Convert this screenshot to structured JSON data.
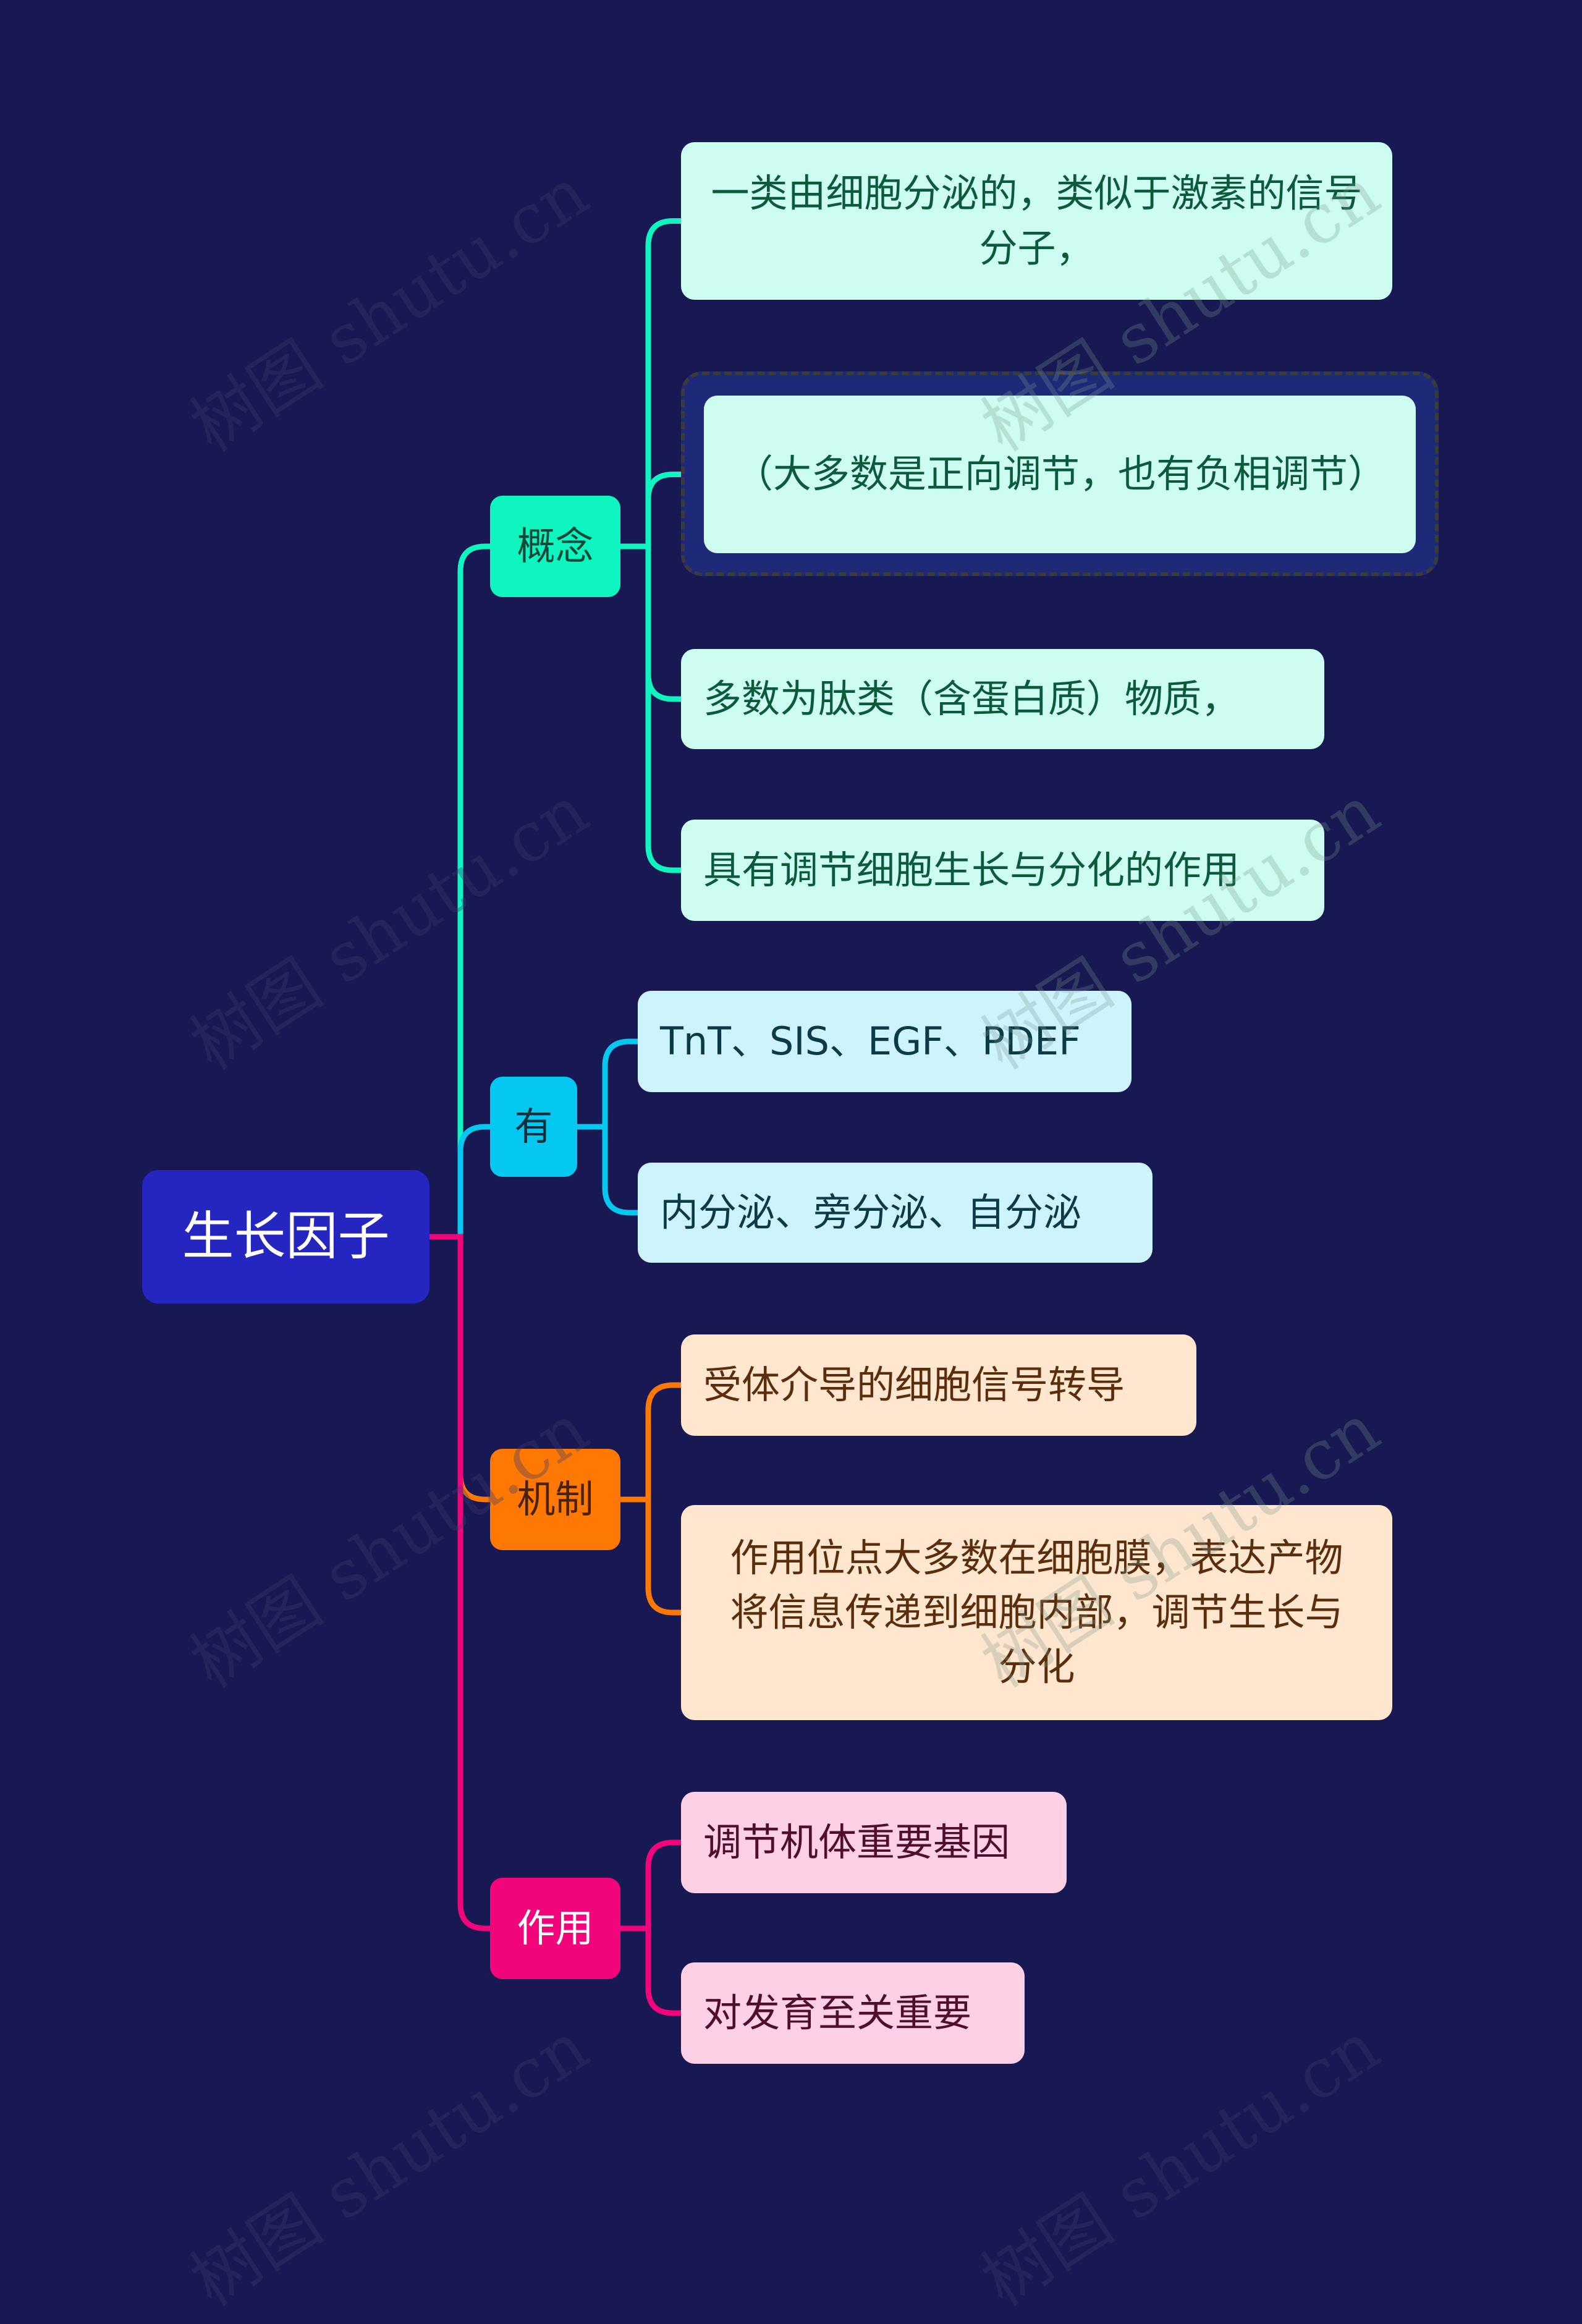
{
  "root": {
    "label": "生长因子",
    "color": "#2525c0"
  },
  "branches": [
    {
      "id": "concept",
      "label": "概念",
      "color": "#0ef5c0",
      "leaf_bg": "#cdfdf0",
      "leaf_text": "#0b5a3e",
      "children": [
        {
          "label": "一类由细胞分泌的，类似于激素的信号分子，",
          "selected": false
        },
        {
          "label": "（大多数是正向调节，也有负相调节）",
          "selected": true
        },
        {
          "label": "多数为肽类（含蛋白质）物质，",
          "selected": false
        },
        {
          "label": "具有调节细胞生长与分化的作用",
          "selected": false
        }
      ]
    },
    {
      "id": "have",
      "label": "有",
      "color": "#05c8f0",
      "leaf_bg": "#cdf3fc",
      "leaf_text": "#0c3b48",
      "children": [
        {
          "label": "TnT、SIS、EGF、PDEF"
        },
        {
          "label": "内分泌、旁分泌、自分泌"
        }
      ]
    },
    {
      "id": "mechanism",
      "label": "机制",
      "color": "#fe7806",
      "leaf_bg": "#ffe6cf",
      "leaf_text": "#5a2e0c",
      "children": [
        {
          "label": "受体介导的细胞信号转导"
        },
        {
          "label": "作用位点大多数在细胞膜，表达产物将信息传递到细胞内部，调节生长与分化"
        }
      ]
    },
    {
      "id": "function",
      "label": "作用",
      "color": "#f2057a",
      "leaf_bg": "#fdd0e6",
      "leaf_text": "#4e0e2c",
      "children": [
        {
          "label": "调节机体重要基因"
        },
        {
          "label": "对发育至关重要"
        }
      ]
    }
  ],
  "watermark": "树图 shutu.cn"
}
